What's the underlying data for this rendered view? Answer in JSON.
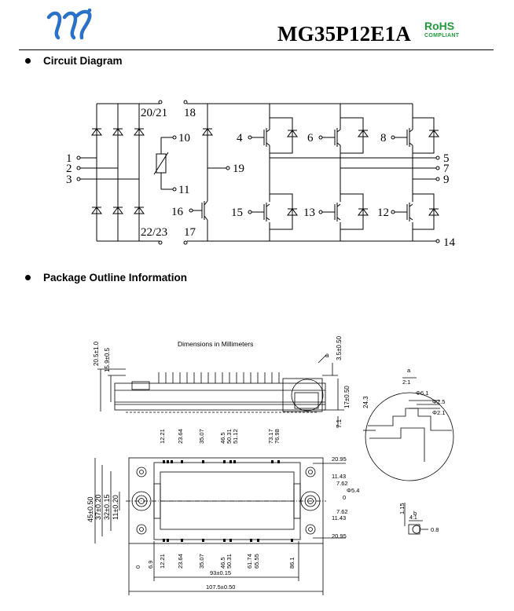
{
  "header": {
    "part_number": "MG35P12E1A",
    "rohs_label": "RoHS",
    "rohs_sub": "COMPLIANT",
    "colors": {
      "rohs_green": "#1e9b3a",
      "logo_blue": "#2a72c8"
    },
    "logo_icon": "yj-logo-icon"
  },
  "sections": {
    "circuit_title": "Circuit Diagram",
    "package_title": "Package Outline Information"
  },
  "circuit": {
    "pins": {
      "p1": "1",
      "p2": "2",
      "p3": "3",
      "p4": "4",
      "p5": "5",
      "p6": "6",
      "p7": "7",
      "p8": "8",
      "p9": "9",
      "p10": "10",
      "p11": "11",
      "p12": "12",
      "p13": "13",
      "p14": "14",
      "p15": "15",
      "p16": "16",
      "p17": "17",
      "p18": "18",
      "p19": "19",
      "p2021": "20/21",
      "p2223": "22/23"
    }
  },
  "package": {
    "caption": "Dimensions in Millimeters",
    "side_dims": {
      "d205": "20.5±1.0",
      "d159": "15.9±0.5",
      "d35": "3.5±0.50",
      "d17": "17±0.50",
      "d71": "7.1",
      "d243": "24.3",
      "detail_a": "a"
    },
    "top_dims": [
      "12.21",
      "23.64",
      "35.07",
      "46.5",
      "50.31",
      "51.12",
      "73.17",
      "76.98"
    ],
    "bottom_dims": [
      "0",
      "6.9",
      "12.21",
      "23.64",
      "35.07",
      "46.5",
      "50.31",
      "61.74",
      "65.55",
      "86.1"
    ],
    "width_dims": {
      "w93": "93±0.15",
      "w1075": "107.5±0.50"
    },
    "left_dims": {
      "h45": "45±0.50",
      "h37": "37±0.20",
      "h32": "32±0.15",
      "h11": "11±0.20"
    },
    "right_dims": {
      "r2095a": "20.95",
      "r1143a": "11.43",
      "r762a": "7.62",
      "r0": "0",
      "phi54": "Φ5.4",
      "r762b": "7.62",
      "r1143b": "11.43",
      "r2095b": "20.95"
    },
    "detail_a": {
      "label": "a",
      "scale": "2:1",
      "phi61": "Φ6.1",
      "phi25": "Φ2.5",
      "phi21": "Φ2.1"
    },
    "detail_b": {
      "label": "b",
      "scale": "4:1",
      "d115": "1.15",
      "d08": "0.8"
    }
  }
}
